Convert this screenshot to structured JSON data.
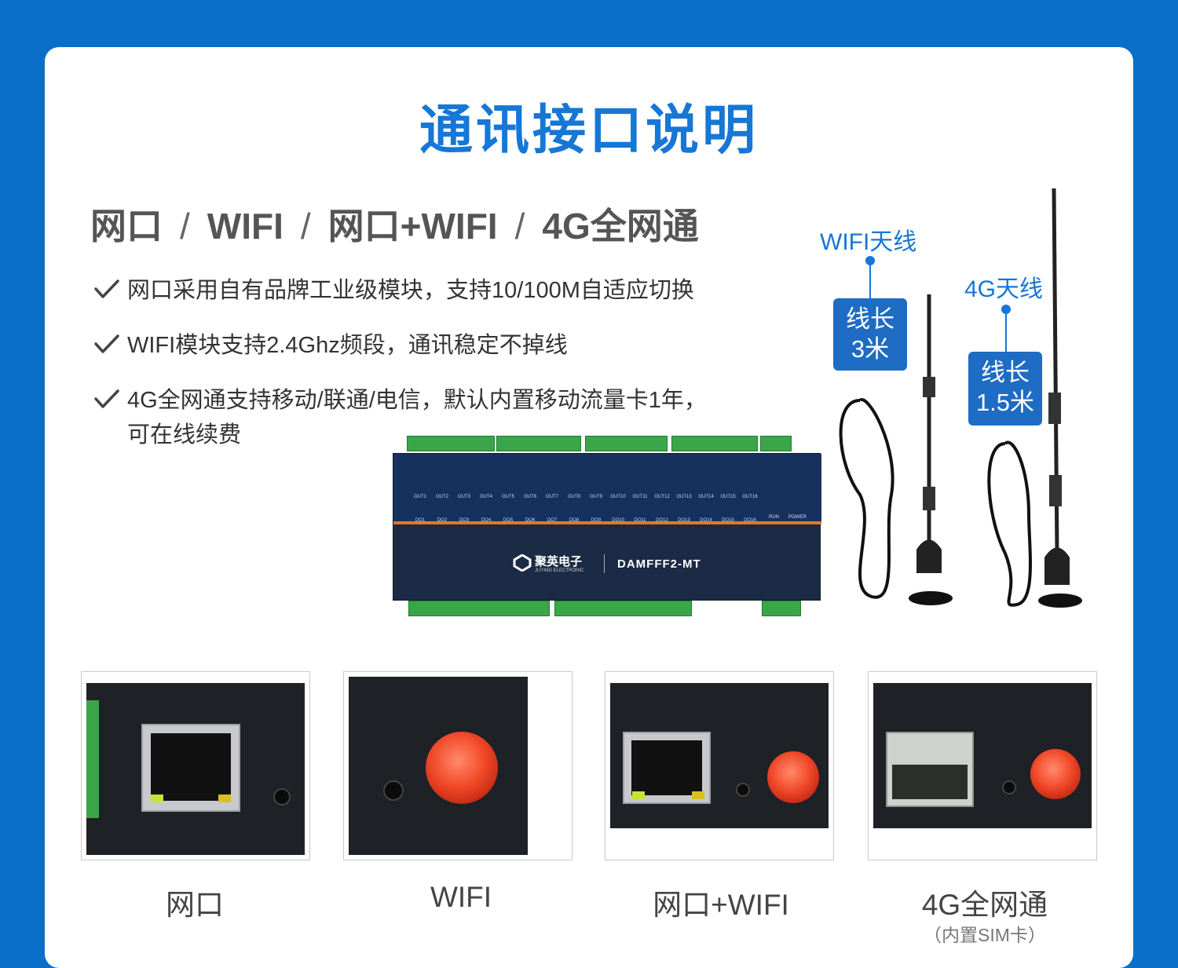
{
  "title": "通讯接口说明",
  "subtitle": {
    "items": [
      "网口",
      "WIFI",
      "网口+WIFI",
      "4G全网通"
    ],
    "separator": "/"
  },
  "features": [
    {
      "text": "网口采用自有品牌工业级模块，支持10/100M自适应切换"
    },
    {
      "text": "WIFI模块支持2.4Ghz频段，通讯稳定不掉线"
    },
    {
      "text": "4G全网通支持移动/联通/电信，默认内置移动流量卡1年，",
      "text2": "可在线续费"
    }
  ],
  "device": {
    "brand": "聚英电子",
    "brand_en": "JUYING ELECTRONIC",
    "model": "DAMFFF2-MT",
    "outputs": [
      "OUT1",
      "OUT2",
      "OUT3",
      "OUT4",
      "OUT5",
      "OUT6",
      "OUT7",
      "OUT8",
      "OUT9",
      "OUT10",
      "OUT11",
      "OUT12",
      "OUT13",
      "OUT14",
      "OUT15",
      "OUT16"
    ],
    "do_labels": [
      "DO1",
      "DO2",
      "DO3",
      "DO4",
      "DO5",
      "DO6",
      "DO7",
      "DO8",
      "DO9",
      "DO10",
      "DO11",
      "DO12",
      "DO13",
      "DO14",
      "DO15",
      "DO16"
    ],
    "run_label": "RUN",
    "power_label": "POWER"
  },
  "antennas": {
    "wifi": {
      "label": "WIFI天线",
      "len_line1": "线长",
      "len_line2": "3米"
    },
    "g4": {
      "label": "4G天线",
      "len_line1": "线长",
      "len_line2": "1.5米"
    }
  },
  "photos": [
    {
      "caption": "网口",
      "icon": "rj45-port"
    },
    {
      "caption": "WIFI",
      "icon": "sma-connector"
    },
    {
      "caption": "网口+WIFI",
      "icon": "rj45-and-sma"
    },
    {
      "caption": "4G全网通",
      "sub": "（内置SIM卡）",
      "icon": "sim-and-sma"
    }
  ],
  "colors": {
    "background": "#0a6fc8",
    "accent": "#1677d6",
    "badge": "#1e6cc3",
    "text": "#333333"
  }
}
